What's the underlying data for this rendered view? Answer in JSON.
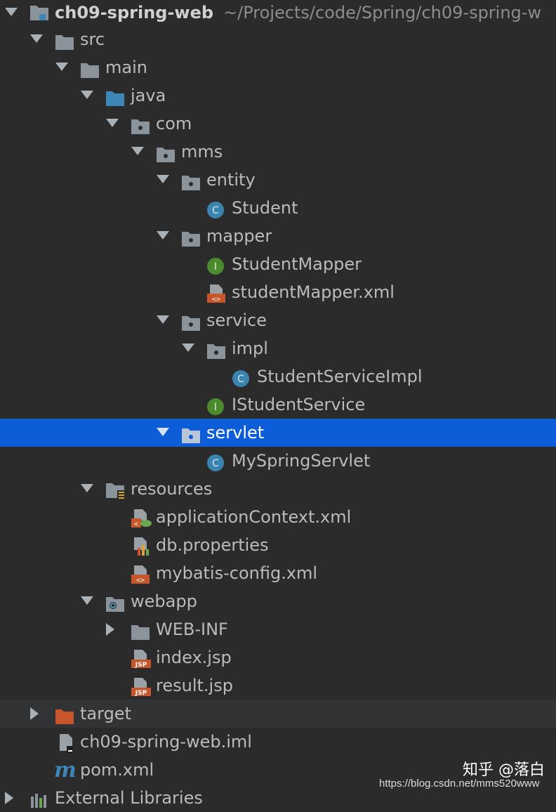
{
  "project": {
    "name": "ch09-spring-web",
    "path": "~/Projects/code/Spring/ch09-spring-w"
  },
  "nodes": {
    "src": "src",
    "main": "main",
    "java": "java",
    "com": "com",
    "mms": "mms",
    "entity": "entity",
    "student": "Student",
    "mapper": "mapper",
    "student_mapper": "StudentMapper",
    "student_mapper_xml": "studentMapper.xml",
    "service": "service",
    "impl": "impl",
    "student_service_impl": "StudentServiceImpl",
    "istudent_service": "IStudentService",
    "servlet": "servlet",
    "my_spring_servlet": "MySpringServlet",
    "resources": "resources",
    "application_context": "applicationContext.xml",
    "db_properties": "db.properties",
    "mybatis_config": "mybatis-config.xml",
    "webapp": "webapp",
    "web_inf": "WEB-INF",
    "index_jsp": "index.jsp",
    "result_jsp": "result.jsp",
    "target": "target",
    "iml": "ch09-spring-web.iml",
    "pom": "pom.xml",
    "external_libraries": "External Libraries"
  },
  "icon_letters": {
    "class": "C",
    "interface": "I",
    "maven": "m"
  },
  "badges": {
    "xml": "<>",
    "jsp": "JSP"
  },
  "watermark": "知乎 @落白",
  "source_url": "https://blog.csdn.net/mms520www",
  "colors": {
    "background": "#2b2b2b",
    "selection": "#0d5cd8",
    "folder": "#8b949b",
    "source_folder": "#3d87b8",
    "class_icon": "#3a85b0",
    "interface_icon": "#4c8a2e",
    "target_folder": "#c7562b",
    "xml_badge": "#c7562b"
  }
}
